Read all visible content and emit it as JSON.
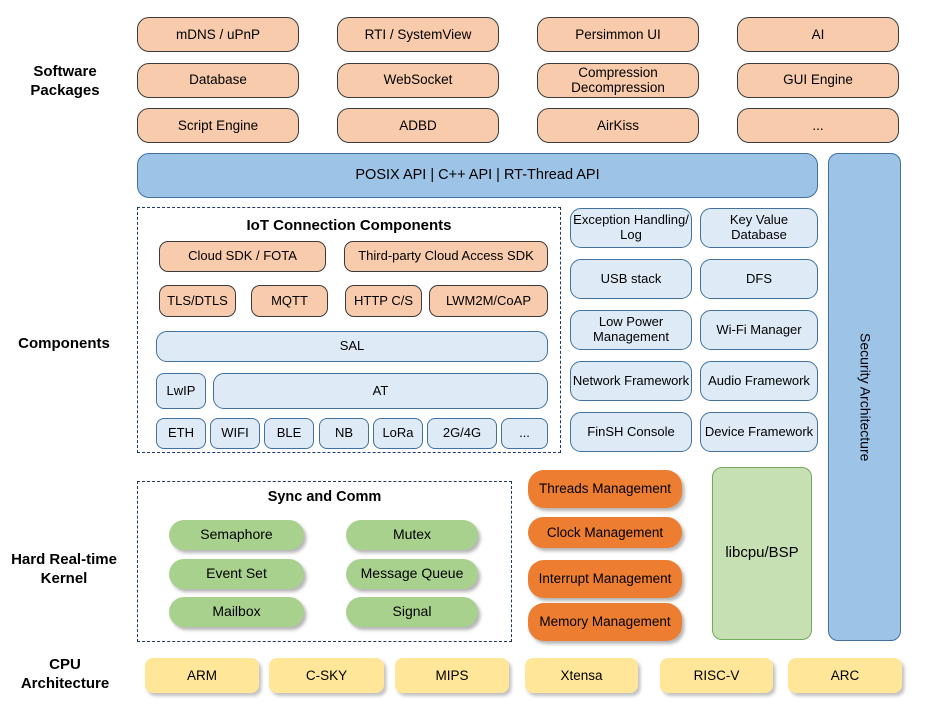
{
  "sections": {
    "software": "Software Packages",
    "components": "Components",
    "kernel": "Hard Real-time Kernel",
    "cpu": "CPU Architecture"
  },
  "software": {
    "boxes": [
      [
        "mDNS / uPnP",
        "RTI / SystemView",
        "Persimmon UI",
        "AI"
      ],
      [
        "Database",
        "WebSocket",
        "Compression Decompression",
        "GUI Engine"
      ],
      [
        "Script Engine",
        "ADBD",
        "AirKiss",
        "..."
      ]
    ]
  },
  "api_bar": {
    "label": "POSIX API | C++ API | RT-Thread API"
  },
  "security": {
    "label": "Security Architecture"
  },
  "iot": {
    "title": "IoT Connection Components",
    "cloud_sdk": "Cloud SDK / FOTA",
    "third_party": "Third-party Cloud Access SDK",
    "protocols": [
      "TLS/DTLS",
      "MQTT",
      "HTTP C/S",
      "LWM2M/CoAP"
    ],
    "sal": "SAL",
    "lwip": "LwIP",
    "at": "AT",
    "links": [
      "ETH",
      "WIFI",
      "BLE",
      "NB",
      "LoRa",
      "2G/4G",
      "..."
    ]
  },
  "services": {
    "boxes": [
      [
        "Exception Handling/ Log",
        "Key Value Database"
      ],
      [
        "USB stack",
        "DFS"
      ],
      [
        "Low Power Management",
        "Wi-Fi Manager"
      ],
      [
        "Network Framework",
        "Audio Framework"
      ],
      [
        "FinSH Console",
        "Device Framework"
      ]
    ]
  },
  "kernel": {
    "sync_title": "Sync and Comm",
    "sync_boxes": [
      [
        "Semaphore",
        "Mutex"
      ],
      [
        "Event Set",
        "Message Queue"
      ],
      [
        "Mailbox",
        "Signal"
      ]
    ],
    "management": [
      "Threads Management",
      "Clock Management",
      "Interrupt Management",
      "Memory Management"
    ],
    "libcpu": "libcpu/BSP"
  },
  "cpu": {
    "archs": [
      "ARM",
      "C-SKY",
      "MIPS",
      "Xtensa",
      "RISC-V",
      "ARC"
    ]
  },
  "colors": {
    "peach": "#F8CBAD",
    "blue": "#9DC3E6",
    "blue_border": "#41719C",
    "light_blue": "#DEEBF7",
    "green": "#A9D18E",
    "orange": "#ED7D31",
    "light_green": "#C6E0B4",
    "yellow": "#FFE699",
    "dash_border": "#1F3864"
  }
}
